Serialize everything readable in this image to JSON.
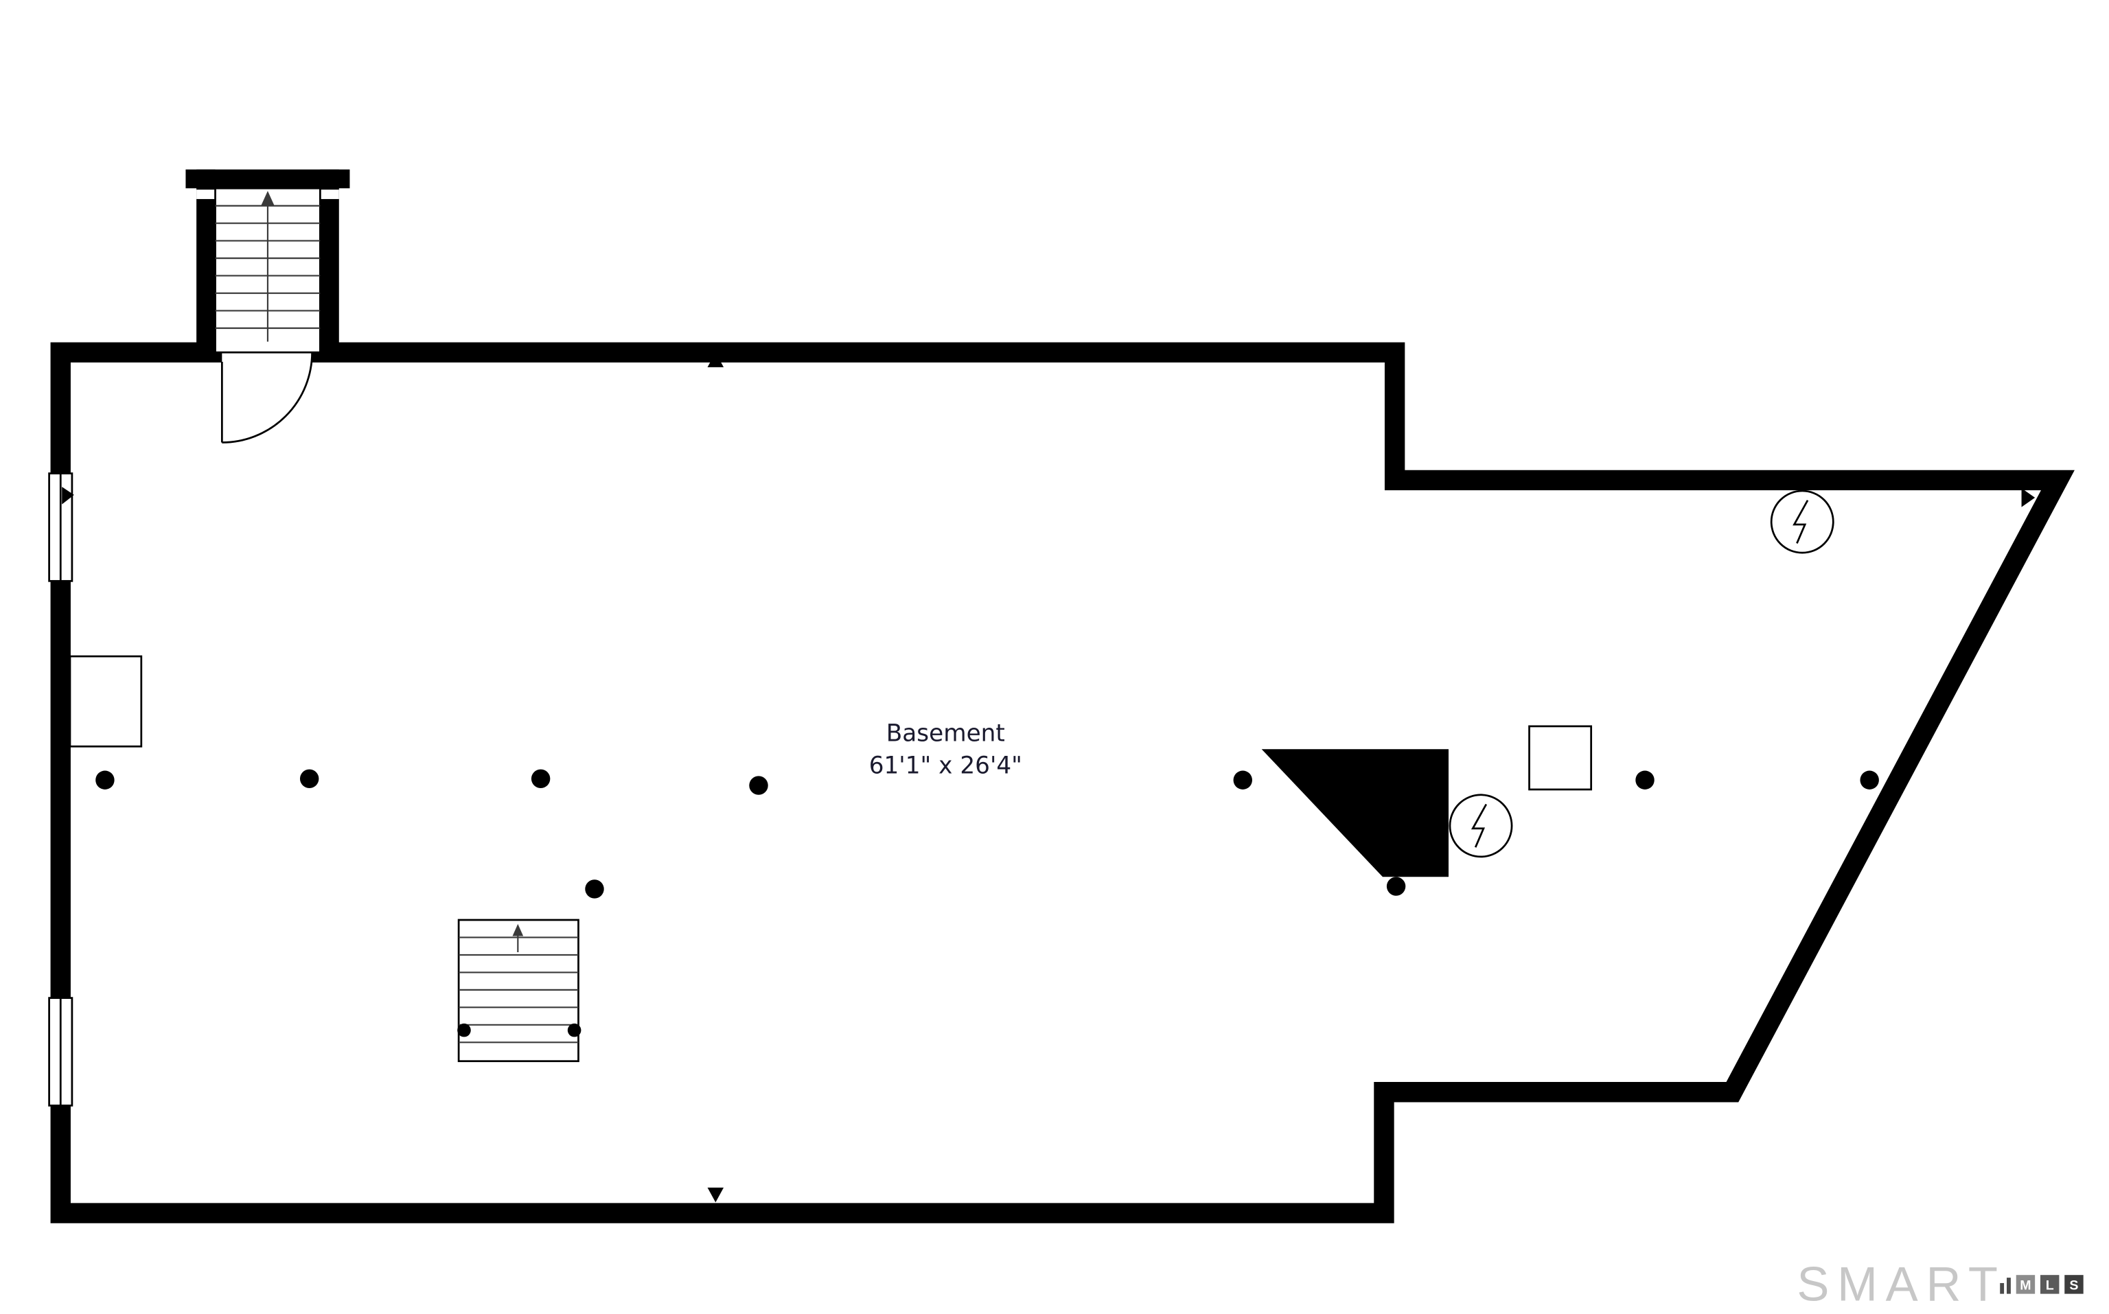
{
  "plan": {
    "room_label": "Basement",
    "room_dimensions": "61'1\" x 26'4\""
  },
  "watermark": {
    "brand": "SMART",
    "mls_letters": [
      "M",
      "L",
      "S"
    ]
  },
  "colors": {
    "wall": "#000000",
    "text": "#1a1a2e",
    "watermark_gray": "#c7c7c7"
  }
}
